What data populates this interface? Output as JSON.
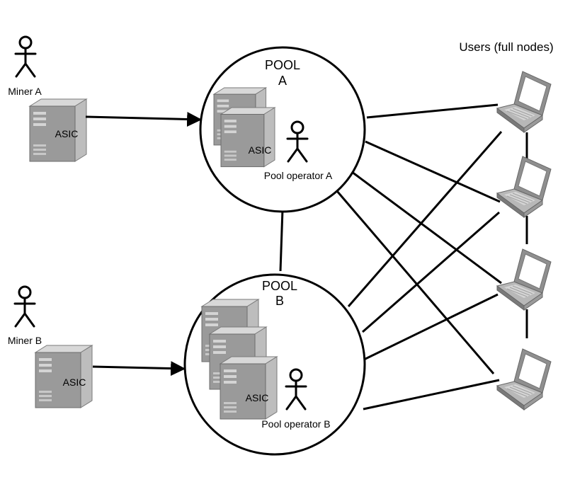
{
  "title": "Users (full nodes)",
  "miners": [
    {
      "name": "Miner A",
      "device_label": "ASIC"
    },
    {
      "name": "Miner B",
      "device_label": "ASIC"
    }
  ],
  "pools": [
    {
      "name_line1": "POOL",
      "name_line2": "A",
      "asic_label": "ASIC",
      "operator_label": "Pool operator A"
    },
    {
      "name_line1": "POOL",
      "name_line2": "B",
      "asic_label": "ASIC",
      "operator_label": "Pool operator B"
    }
  ],
  "users": [
    {
      "icon": "laptop-icon"
    },
    {
      "icon": "laptop-icon"
    },
    {
      "icon": "laptop-icon"
    },
    {
      "icon": "laptop-icon"
    }
  ],
  "colors": {
    "server_front": "#8c8c8c",
    "server_side": "#b5b5b5",
    "server_top": "#d8d8d8",
    "laptop_body": "#9e9e9e",
    "laptop_screen": "#ffffff",
    "stroke": "#000000"
  }
}
